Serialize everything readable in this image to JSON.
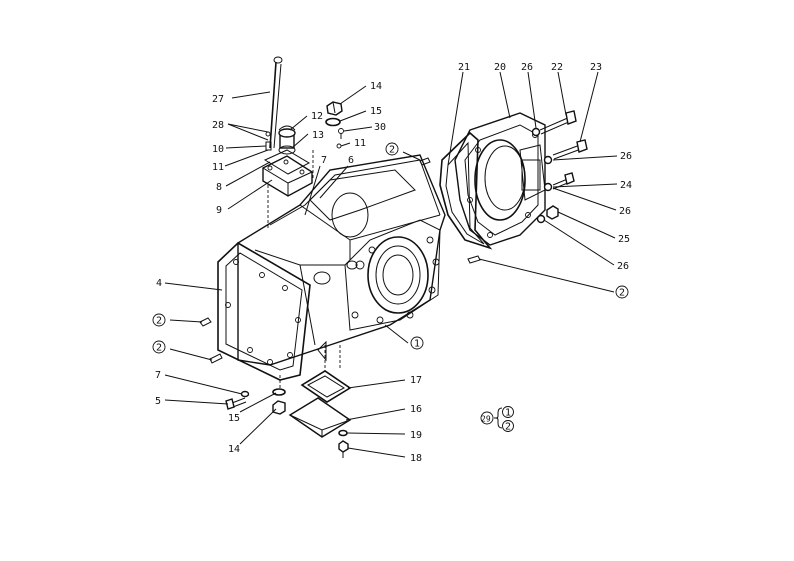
{
  "callouts": {
    "c27": "27",
    "c28": "28",
    "c10": "10",
    "c11a": "11",
    "c8": "8",
    "c9": "9",
    "c12": "12",
    "c13": "13",
    "c14a": "14",
    "c15a": "15",
    "c30": "30",
    "c11b": "11",
    "c7a": "7",
    "c6": "6",
    "c2a": "2",
    "c21": "21",
    "c20": "20",
    "c26a": "26",
    "c22": "22",
    "c23": "23",
    "c26b": "26",
    "c24": "24",
    "c26c": "26",
    "c25": "25",
    "c26d": "26",
    "c2b": "2",
    "c4": "4",
    "c2c": "2",
    "c2d": "2",
    "c1": "1",
    "c7b": "7",
    "c5": "5",
    "c15b": "15",
    "c14b": "14",
    "c17": "17",
    "c16": "16",
    "c19": "19",
    "c18": "18",
    "legend_main": "29",
    "legend_a": "1",
    "legend_b": "2"
  }
}
